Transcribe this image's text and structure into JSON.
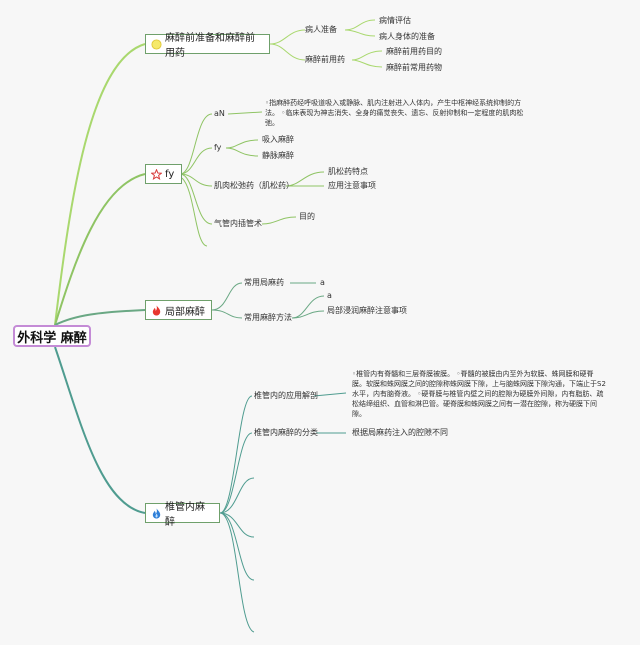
{
  "root": "外科学 麻醉",
  "topics": [
    {
      "label": "麻醉前准备和麻醉前用药",
      "icon": "bulb-icon",
      "children": [
        {
          "label": "病人准备",
          "children": [
            "病情评估",
            "病人身体的准备"
          ]
        },
        {
          "label": "麻醉前用药",
          "children": [
            "麻醉前用药目的",
            "麻醉前常用药物"
          ]
        }
      ]
    },
    {
      "label": "fy",
      "icon": "star-icon",
      "children": [
        {
          "label": "aN",
          "note": "◦指麻醉药经呼吸道吸入或静脉、肌内注射进入人体内，产生中枢神经系统抑制的方法。 ◦临床表现为神志消失、全身的痛觉丧失、遗忘、反射抑制和一定程度的肌肉松弛。"
        },
        {
          "label": "fy",
          "children": [
            "吸入麻醉",
            "静脉麻醉"
          ]
        },
        {
          "label": "肌肉松弛药（肌松药）",
          "children": [
            "肌松药特点",
            "应用注意事项"
          ]
        },
        {
          "label": "气管内插管术",
          "children": [
            "目的"
          ]
        }
      ]
    },
    {
      "label": "局部麻醉",
      "icon": "fire-icon",
      "children": [
        {
          "label": "常用局麻药",
          "children": [
            "a"
          ]
        },
        {
          "label": "常用麻醉方法",
          "children": [
            "a",
            "局部浸润麻醉注意事项"
          ]
        }
      ]
    },
    {
      "label": "椎管内麻醉",
      "icon": "flame-blue-icon",
      "children": [
        {
          "label": "椎管内的应用解剖",
          "note": "◦椎管内有脊髓和三层脊膜被膜。 ◦脊髓的被膜由内至外为软膜、蛛网膜和硬脊膜。软膜和蛛网膜之间的腔隙称蛛网膜下隙，上与脑蛛网膜下隙沟通，下端止于S2水平，内有脑脊液。 ◦硬脊膜与椎管内壁之间的腔隙为硬膜外间隙，内有脂肪、疏松结缔组织、血管和淋巴管。硬脊膜和蛛网膜之间有一潜在腔隙，称为硬膜下间隙。"
        },
        {
          "label": "椎管内麻醉的分类",
          "children": [
            "根据局麻药注入的腔隙不同"
          ]
        }
      ]
    }
  ],
  "colors": {
    "branch1": "#a9d86e",
    "branch2": "#8fc464",
    "branch3": "#6aa884",
    "branch4": "#4f9c90",
    "sub": "#8fc464"
  }
}
